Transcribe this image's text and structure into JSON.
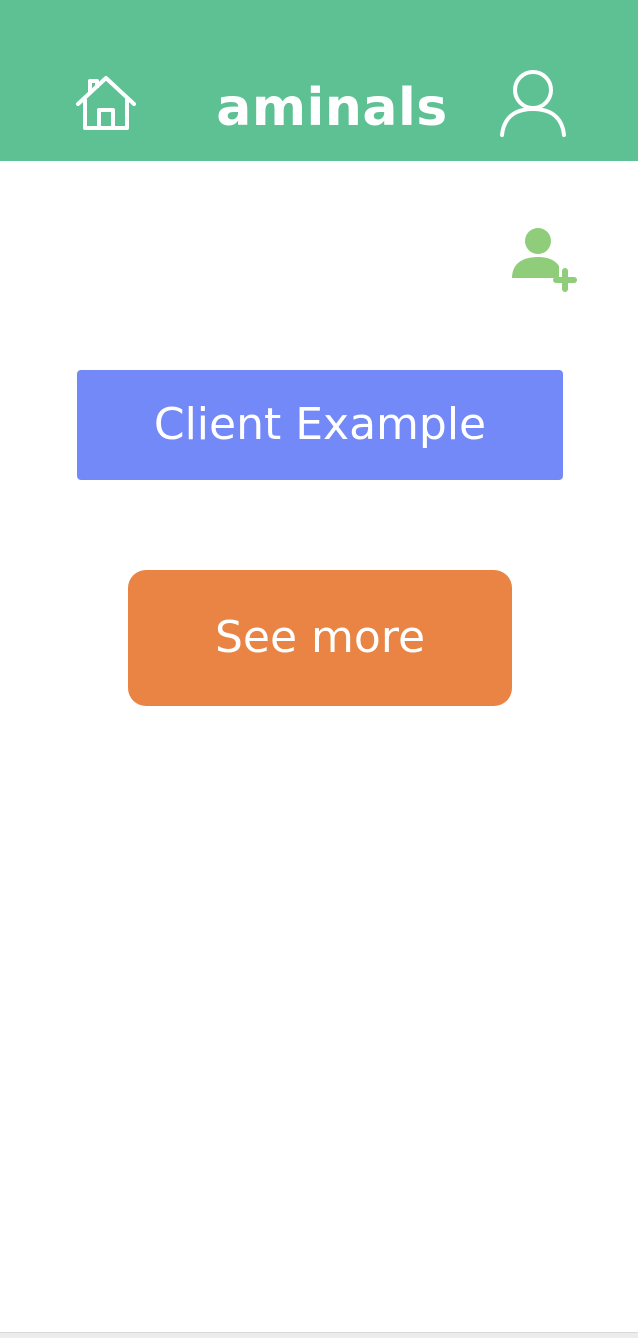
{
  "header": {
    "title": "aminals",
    "home_icon": "home-icon",
    "profile_icon": "user-icon",
    "background_color": "#5dc194"
  },
  "actions": {
    "add_user_icon": "add-user-icon",
    "add_user_icon_color": "#8fcd7a"
  },
  "main": {
    "client_button_label": "Client Example",
    "client_button_color": "#7489f8",
    "see_more_label": "See more",
    "see_more_color": "#e98444"
  }
}
